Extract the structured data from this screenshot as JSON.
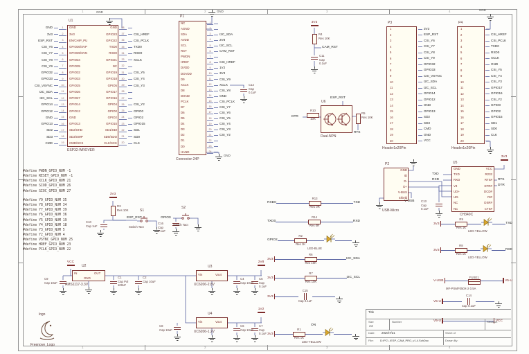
{
  "sheet": {
    "zones": [
      "1",
      "2",
      "3",
      "4"
    ]
  },
  "nets": {
    "gnd": "GND",
    "v3": "3V3",
    "vcc": "VCC",
    "v2v8": "2V8",
    "v1v2": "1V2",
    "vusb": "V-USB",
    "v5u": "V5-U",
    "esp_rst": "ESP_RST",
    "cam_rst": "CAM_RST",
    "gpio0": "GPIO0",
    "gpio2": "GPIO2",
    "dtr": "DTR",
    "rts": "RTS",
    "txd": "TXD",
    "rxd": "RXD",
    "txd0": "TXD0",
    "rxd0": "RXD0",
    "sda": "I2C_SDA",
    "scl": "I2C_SCL",
    "on": "ON"
  },
  "u1": {
    "des": "U1",
    "part": "ESP32-WROVER",
    "left": [
      {
        "signal": "GND",
        "num": "1",
        "name": "GND"
      },
      {
        "signal": "3V3",
        "num": "2",
        "name": "3V3"
      },
      {
        "signal": "ESP_RST",
        "num": "3",
        "name": "EN/CHIP_PU"
      },
      {
        "signal": "CSI_Y6",
        "num": "4",
        "name": "GPIO36/SVP"
      },
      {
        "signal": "CSI_Y7",
        "num": "5",
        "name": "GPIO39/SVN"
      },
      {
        "signal": "CSI_Y8",
        "num": "6",
        "name": "GPIO34"
      },
      {
        "signal": "CSI_Y9",
        "num": "7",
        "name": "GPIO35"
      },
      {
        "signal": "GPIO32",
        "num": "8",
        "name": "GPIO32"
      },
      {
        "signal": "GPIO33",
        "num": "9",
        "name": "GPIO33"
      },
      {
        "signal": "CSI_VSYNC",
        "num": "10",
        "name": "GPIO25"
      },
      {
        "signal": "I2C_SDA",
        "num": "11",
        "name": "GPIO26"
      },
      {
        "signal": "I2C_SCL",
        "num": "12",
        "name": "GPIO27"
      },
      {
        "signal": "GPIO14",
        "num": "13",
        "name": "GPIO14"
      },
      {
        "signal": "GPIO12",
        "num": "14",
        "name": "GPIO12"
      },
      {
        "signal": "GND",
        "num": "15",
        "name": "GND"
      },
      {
        "signal": "GPIO13",
        "num": "16",
        "name": "GPIO13"
      },
      {
        "signal": "SD2",
        "num": "17",
        "name": "SD2/SHD"
      },
      {
        "signal": "SD3",
        "num": "18",
        "name": "SD3/SWP"
      },
      {
        "signal": "CMD",
        "num": "19",
        "name": "CMD/SCS"
      }
    ],
    "right": [
      {
        "signal": "",
        "num": "38",
        "name": "GND"
      },
      {
        "signal": "CSI_HREF",
        "num": "37",
        "name": "GPIO23"
      },
      {
        "signal": "CSI_PCLK",
        "num": "36",
        "name": "GPIO22"
      },
      {
        "signal": "TXD0",
        "num": "35",
        "name": "TXD0"
      },
      {
        "signal": "RXD0",
        "num": "34",
        "name": "RXD0"
      },
      {
        "signal": "XCLK",
        "num": "33",
        "name": "GPIO21"
      },
      {
        "signal": "",
        "num": "32",
        "name": "NC"
      },
      {
        "signal": "CSI_Y5",
        "num": "31",
        "name": "GPIO19"
      },
      {
        "signal": "CSI_Y4",
        "num": "30",
        "name": "GPIO18"
      },
      {
        "signal": "CSI_Y3",
        "num": "29",
        "name": "GPIO5"
      },
      {
        "signal": "",
        "num": "28",
        "name": "GPIO17"
      },
      {
        "signal": "",
        "num": "27",
        "name": "GPIO16"
      },
      {
        "signal": "CSI_Y2",
        "num": "26",
        "name": "GPIO4"
      },
      {
        "signal": "GPIO0",
        "num": "25",
        "name": "GPIO0"
      },
      {
        "signal": "GPIO2",
        "num": "24",
        "name": "GPIO2"
      },
      {
        "signal": "GPIO15",
        "num": "23",
        "name": "GPIO15"
      },
      {
        "signal": "SD1",
        "num": "22",
        "name": "SD1/SDI"
      },
      {
        "signal": "SD0",
        "num": "21",
        "name": "SD0/SDO"
      },
      {
        "signal": "CLK",
        "num": "20",
        "name": "CLK/SCK"
      }
    ]
  },
  "p1": {
    "des": "P1",
    "part": "Connector-24P",
    "pins": [
      {
        "num": "1",
        "name": "NC",
        "signal": ""
      },
      {
        "num": "2",
        "name": "AGND",
        "signal": ""
      },
      {
        "num": "3",
        "name": "SDA",
        "signal": "I2C_SDA"
      },
      {
        "num": "4",
        "name": "AVDD",
        "signal": "2V8"
      },
      {
        "num": "5",
        "name": "SCL",
        "signal": "I2C_SCL"
      },
      {
        "num": "6",
        "name": "RST",
        "signal": "CAM_RST"
      },
      {
        "num": "7",
        "name": "PWDN",
        "signal": ""
      },
      {
        "num": "8",
        "name": "HREF",
        "signal": "CSI_HREF"
      },
      {
        "num": "9",
        "name": "DVDD",
        "signal": "1V2"
      },
      {
        "num": "10",
        "name": "DOVDD",
        "signal": "3V3"
      },
      {
        "num": "11",
        "name": "D9",
        "signal": "CSI_Y9"
      },
      {
        "num": "12",
        "name": "XCLK",
        "signal": "XCLK"
      },
      {
        "num": "13",
        "name": "D8",
        "signal": "CSI_Y8"
      },
      {
        "num": "14",
        "name": "DGND",
        "signal": "GND"
      },
      {
        "num": "15",
        "name": "PCLK",
        "signal": "CSI_PCLK"
      },
      {
        "num": "16",
        "name": "D7",
        "signal": "CSI_Y7"
      },
      {
        "num": "17",
        "name": "D6",
        "signal": "CSI_Y6"
      },
      {
        "num": "18",
        "name": "D5",
        "signal": "CSI_Y5"
      },
      {
        "num": "19",
        "name": "D4",
        "signal": "CSI_Y4"
      },
      {
        "num": "20",
        "name": "D3",
        "signal": "CSI_Y3"
      },
      {
        "num": "21",
        "name": "D2",
        "signal": "CSI_Y2"
      },
      {
        "num": "22",
        "name": "D1",
        "signal": ""
      },
      {
        "num": "23",
        "name": "D0",
        "signal": ""
      },
      {
        "num": "24",
        "name": "HAND",
        "signal": ""
      }
    ]
  },
  "p3": {
    "des": "P3",
    "part": "Header1x20Pin",
    "pins": [
      {
        "num": "1",
        "signal": "3V3"
      },
      {
        "num": "2",
        "signal": "ESP_RST"
      },
      {
        "num": "3",
        "signal": "CSI_Y6"
      },
      {
        "num": "4",
        "signal": "CSI_Y7"
      },
      {
        "num": "5",
        "signal": "CSI_Y8"
      },
      {
        "num": "6",
        "signal": "CSI_Y9"
      },
      {
        "num": "7",
        "signal": "GPIO32"
      },
      {
        "num": "8",
        "signal": "GPIO33"
      },
      {
        "num": "9",
        "signal": "CSI_VSYNC"
      },
      {
        "num": "10",
        "signal": "I2C_SDA"
      },
      {
        "num": "11",
        "signal": "I2C_SCL"
      },
      {
        "num": "12",
        "signal": "GPIO14"
      },
      {
        "num": "13",
        "signal": "GPIO12"
      },
      {
        "num": "14",
        "signal": "GND"
      },
      {
        "num": "15",
        "signal": "GPIO13"
      },
      {
        "num": "16",
        "signal": "SD2"
      },
      {
        "num": "17",
        "signal": "SD3"
      },
      {
        "num": "18",
        "signal": "CMD"
      },
      {
        "num": "19",
        "signal": "GND"
      },
      {
        "num": "20",
        "signal": "VCC"
      }
    ]
  },
  "p4": {
    "des": "P4",
    "part": "Header1x20Pin",
    "pins": [
      {
        "num": "1",
        "signal": ""
      },
      {
        "num": "2",
        "signal": "CSI_HREF"
      },
      {
        "num": "3",
        "signal": "CSI_PCLK"
      },
      {
        "num": "4",
        "signal": "TXD0"
      },
      {
        "num": "5",
        "signal": "RXD0"
      },
      {
        "num": "6",
        "signal": "XCLK"
      },
      {
        "num": "7",
        "signal": "GND"
      },
      {
        "num": "8",
        "signal": "CSI_Y5"
      },
      {
        "num": "9",
        "signal": "CSI_Y4"
      },
      {
        "num": "10",
        "signal": "CSI_Y3"
      },
      {
        "num": "11",
        "signal": "GPIO17"
      },
      {
        "num": "12",
        "signal": "GPIO16"
      },
      {
        "num": "13",
        "signal": "CSI_Y2"
      },
      {
        "num": "14",
        "signal": "GPIO0"
      },
      {
        "num": "15",
        "signal": "GPIO2"
      },
      {
        "num": "16",
        "signal": "GPIO15"
      },
      {
        "num": "17",
        "signal": "SD1"
      },
      {
        "num": "18",
        "signal": "SD0"
      },
      {
        "num": "19",
        "signal": "CLK"
      },
      {
        "num": "20",
        "signal": ""
      }
    ]
  },
  "p2": {
    "des": "P2",
    "part": "USB-Micro",
    "pins": [
      {
        "t": "GND"
      },
      {
        "t": "ID"
      },
      {
        "t": "D-"
      },
      {
        "t": "D+"
      },
      {
        "t": "V-BUS"
      },
      {
        "t": "Shield"
      }
    ]
  },
  "u5": {
    "des": "U5",
    "part": "CH340C",
    "left": [
      {
        "t": "GND"
      },
      {
        "t": "TXD"
      },
      {
        "t": "RXD"
      },
      {
        "t": "V3"
      },
      {
        "t": "UD+"
      },
      {
        "t": "UD-"
      },
      {
        "t": "NC"
      },
      {
        "t": "NC"
      }
    ],
    "right": [
      {
        "t": "VCC"
      },
      {
        "t": "R232"
      },
      {
        "t": "RTS#"
      },
      {
        "t": "DTR#"
      },
      {
        "t": "DCD#"
      },
      {
        "t": "RI#"
      },
      {
        "t": "DSR#"
      },
      {
        "t": "CTS#"
      }
    ]
  },
  "u2": {
    "des": "U2",
    "part": "AMS1117-3.3V",
    "pin_in": "IN",
    "pin_out": "OUT",
    "pin_gnd": "GND"
  },
  "u3": {
    "des": "U3",
    "part": "XC6206-2.8V",
    "pin_vin": "Vin",
    "pin_vout": "Vout"
  },
  "u4": {
    "des": "U4",
    "part": "XC6206-1.2V",
    "pin_vin": "Vin",
    "pin_vout": "Vout"
  },
  "u6": {
    "des": "U6",
    "part": "Dual-NPN"
  },
  "defines": {
    "group1": [
      {
        "t": "#define PWDN_GPIO_NUM    -1"
      },
      {
        "t": "#define RESET_GPIO_NUM   -1"
      },
      {
        "t": "#define XCLK_GPIO_NUM    21"
      },
      {
        "t": "#define SIOD_GPIO_NUM    26"
      },
      {
        "t": "#define SIOC_GPIO_NUM    27"
      }
    ],
    "group2": [
      {
        "t": "#define Y9_GPIO_NUM      35"
      },
      {
        "t": "#define Y8_GPIO_NUM      34"
      },
      {
        "t": "#define Y7_GPIO_NUM      39"
      },
      {
        "t": "#define Y6_GPIO_NUM      36"
      },
      {
        "t": "#define Y5_GPIO_NUM      19"
      },
      {
        "t": "#define Y4_GPIO_NUM      18"
      },
      {
        "t": "#define Y3_GPIO_NUM      5"
      },
      {
        "t": "#define Y2_GPIO_NUM      4"
      },
      {
        "t": "#define VSYNC_GPIO_NUM   25"
      },
      {
        "t": "#define HREF_GPIO_NUM    23"
      },
      {
        "t": "#define PCLK_GPIO_NUM    22"
      }
    ]
  },
  "discretes": {
    "r1": {
      "des": "R1",
      "val": "Res 1K"
    },
    "r2": {
      "des": "R2",
      "val": "Res 1K"
    },
    "r3": {
      "des": "R3",
      "val": "Res 10K"
    },
    "r4": {
      "des": "R4",
      "val": "Res 10K"
    },
    "r5": {
      "des": "R5",
      "val": "Res 10K"
    },
    "r6": {
      "des": "R6",
      "val": "Res 10K"
    },
    "r7": {
      "des": "R7",
      "val": "Res 10K"
    },
    "r8": {
      "des": "R8",
      "val": "Res 1K"
    },
    "r9": {
      "des": "R9",
      "val": "Res 1K"
    },
    "r10": {
      "des": "R10",
      "val": "10K"
    },
    "r13": {
      "des": "R13",
      "val": "Res 0R"
    },
    "r14": {
      "des": "R14",
      "val": "Res 0R"
    },
    "c1": {
      "des": "C1",
      "val": "Cap Pol 100uF"
    },
    "c2": {
      "des": "C2",
      "val": "Cap 10uF"
    },
    "c4": {
      "des": "C4",
      "val": "Cap 10uF"
    },
    "c5": {
      "des": "C5",
      "val": "Cap 0.1uF"
    },
    "c6": {
      "des": "C6",
      "val": "Cap 10uF"
    },
    "c7": {
      "des": "C7",
      "val": "Cap 0.1uF"
    },
    "c8": {
      "des": "C8",
      "val": "Cap 10uF"
    },
    "c9": {
      "des": "C9",
      "val": "Cap 10uF"
    },
    "c10": {
      "des": "C10",
      "val": "Cap 1uF"
    },
    "c11": {
      "des": "C11",
      "val": "Cap 0.1uF"
    },
    "c12": {
      "des": "C12",
      "val": "Cap 0.1uF"
    },
    "c13": {
      "des": "C13",
      "val": "Cap 0.1uF"
    },
    "c14": {
      "des": "C14",
      "val": "Cap 0.1uF"
    },
    "c15": {
      "des": "C15",
      "val": "Cap 0.1uF"
    },
    "c16": {
      "des": "C16",
      "val": "Cap 0.1uF"
    },
    "s1": {
      "des": "S1",
      "val": "Switch Tact"
    },
    "s2": {
      "des": "S2",
      "val": "Switch Tact"
    },
    "fuse1": {
      "des": "FUSE1",
      "val": "MF-PSMF050X-2 0.5A"
    }
  },
  "leds": {
    "blue": "LED-BLUE",
    "yellow": "LED-YELLOW"
  },
  "logo": {
    "label": "logo",
    "caption": "Freenove_Logo"
  },
  "title_block": {
    "title_label": "Title",
    "size_label": "Size",
    "size": "A4",
    "number_label": "Number",
    "revision_label": "Revision",
    "date_label": "Date:",
    "date": "2020/7/21",
    "sheet_label": "Sheet   of",
    "file_label": "File:",
    "file": "D:\\PC\\..\\ESP_CAM_PRO_v1.4.SchDoc",
    "drawn_label": "Drawn By:"
  }
}
